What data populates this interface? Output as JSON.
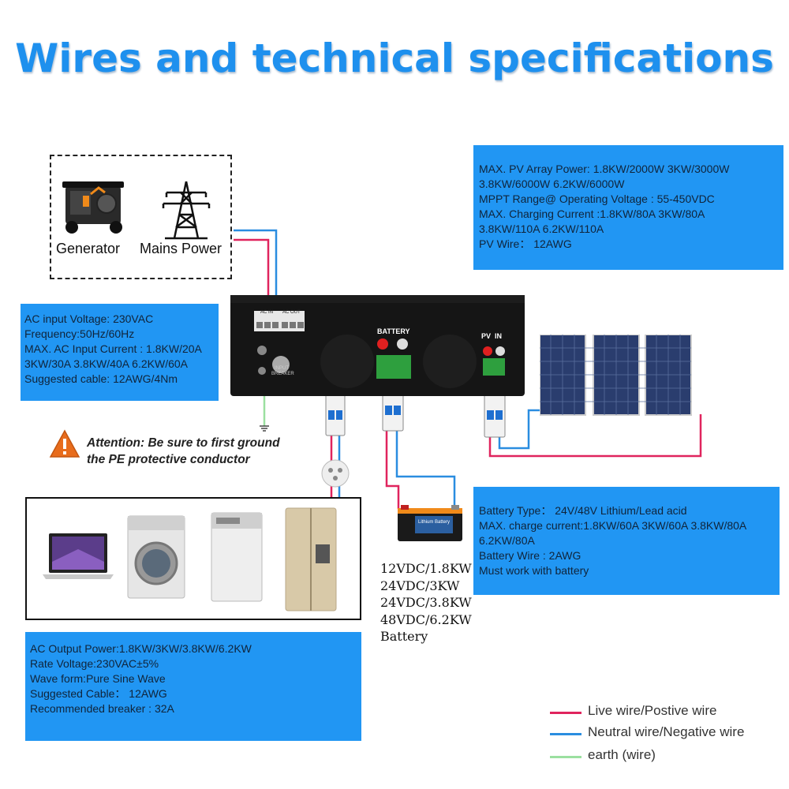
{
  "title": "Wires and technical specifications",
  "sources": {
    "generator_label": "Generator",
    "mains_label": "Mains Power"
  },
  "spec_pv": {
    "lines": [
      "MAX. PV Array Power: 1.8KW/2000W 3KW/3000W",
      "3.8KW/6000W 6.2KW/6000W",
      "MPPT Range@ Operating Voltage  : 55-450VDC",
      "MAX. Charging Current :1.8KW/80A 3KW/80A",
      "3.8KW/110A 6.2KW/110A",
      "PV Wire：  12AWG"
    ]
  },
  "spec_ac_input": {
    "lines": [
      "AC input Voltage: 230VAC",
      "Frequency:50Hz/60Hz",
      "MAX. AC Input Current : 1.8KW/20A",
      "3KW/30A 3.8KW/40A 6.2KW/60A",
      "Suggested cable: 12AWG/4Nm"
    ]
  },
  "spec_battery": {
    "lines": [
      "Battery Type：  24V/48V Lithium/Lead acid",
      "MAX. charge current:1.8KW/60A 3KW/60A 3.8KW/80A",
      "6.2KW/80A",
      "Battery Wire : 2AWG",
      "Must work with battery"
    ]
  },
  "spec_ac_output": {
    "lines": [
      "AC Output Power:1.8KW/3KW/3.8KW/6.2KW",
      "Rate Voltage:230VAC±5%",
      "Wave form:Pure Sine Wave",
      "Suggested Cable：  12AWG",
      "Recommended breaker : 32A"
    ]
  },
  "attention": {
    "line1": "Attention: Be sure to first ground",
    "line2": "the PE protective conductor",
    "icon": "warning-icon"
  },
  "inverter": {
    "battery_label": "BATTERY",
    "pv_label": "PV  IN",
    "ac_in_label": "AC IN",
    "ac_out_label": "AC OUT",
    "breaker_label_1": "INPUT",
    "breaker_label_2": "BREAKER"
  },
  "battery": {
    "product_label": "Lithium Battery",
    "voltages": [
      "12VDC/1.8KW",
      "24VDC/3KW",
      "24VDC/3.8KW",
      "48VDC/6.2KW",
      "Battery"
    ]
  },
  "legend": [
    {
      "label": "Live wire/Postive wire",
      "color": "#e0245e"
    },
    {
      "label": "Neutral wire/Negative wire",
      "color": "#2a8de0"
    },
    {
      "label": "earth (wire)",
      "color": "#9be0a0"
    }
  ],
  "colors": {
    "title": "#1e90ee",
    "spec_box": "#2196f3",
    "live_wire": "#e0245e",
    "neutral_wire": "#2a8de0",
    "earth_wire": "#9be0a0"
  }
}
